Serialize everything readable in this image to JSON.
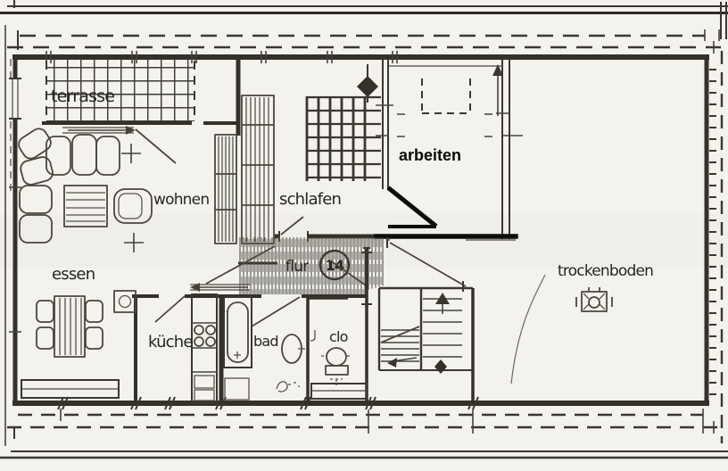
{
  "colors": {
    "paper": "#f3f2ed",
    "ink": "#34312b",
    "furniture_ink": "#4a463e",
    "marker_black": "#0d0d0d",
    "hatch": "#55514a"
  },
  "rooms": {
    "terrasse": {
      "label": "terrasse"
    },
    "wohnen": {
      "label": "wohnen"
    },
    "essen": {
      "label": "essen"
    },
    "schlafen": {
      "label": "schlafen"
    },
    "arbeiten": {
      "label": "arbeiten"
    },
    "trockenboden": {
      "label": "trockenboden"
    },
    "kueche": {
      "label": "küche"
    },
    "bad": {
      "label": "bad"
    },
    "clo": {
      "label": "clo"
    },
    "flur": {
      "label": "flur"
    }
  },
  "unit": {
    "number": "14"
  },
  "symbols": {
    "stairs": "up-arrow",
    "chimney": "chimney-hatched-square",
    "doors": "quarter-circle-swing"
  }
}
